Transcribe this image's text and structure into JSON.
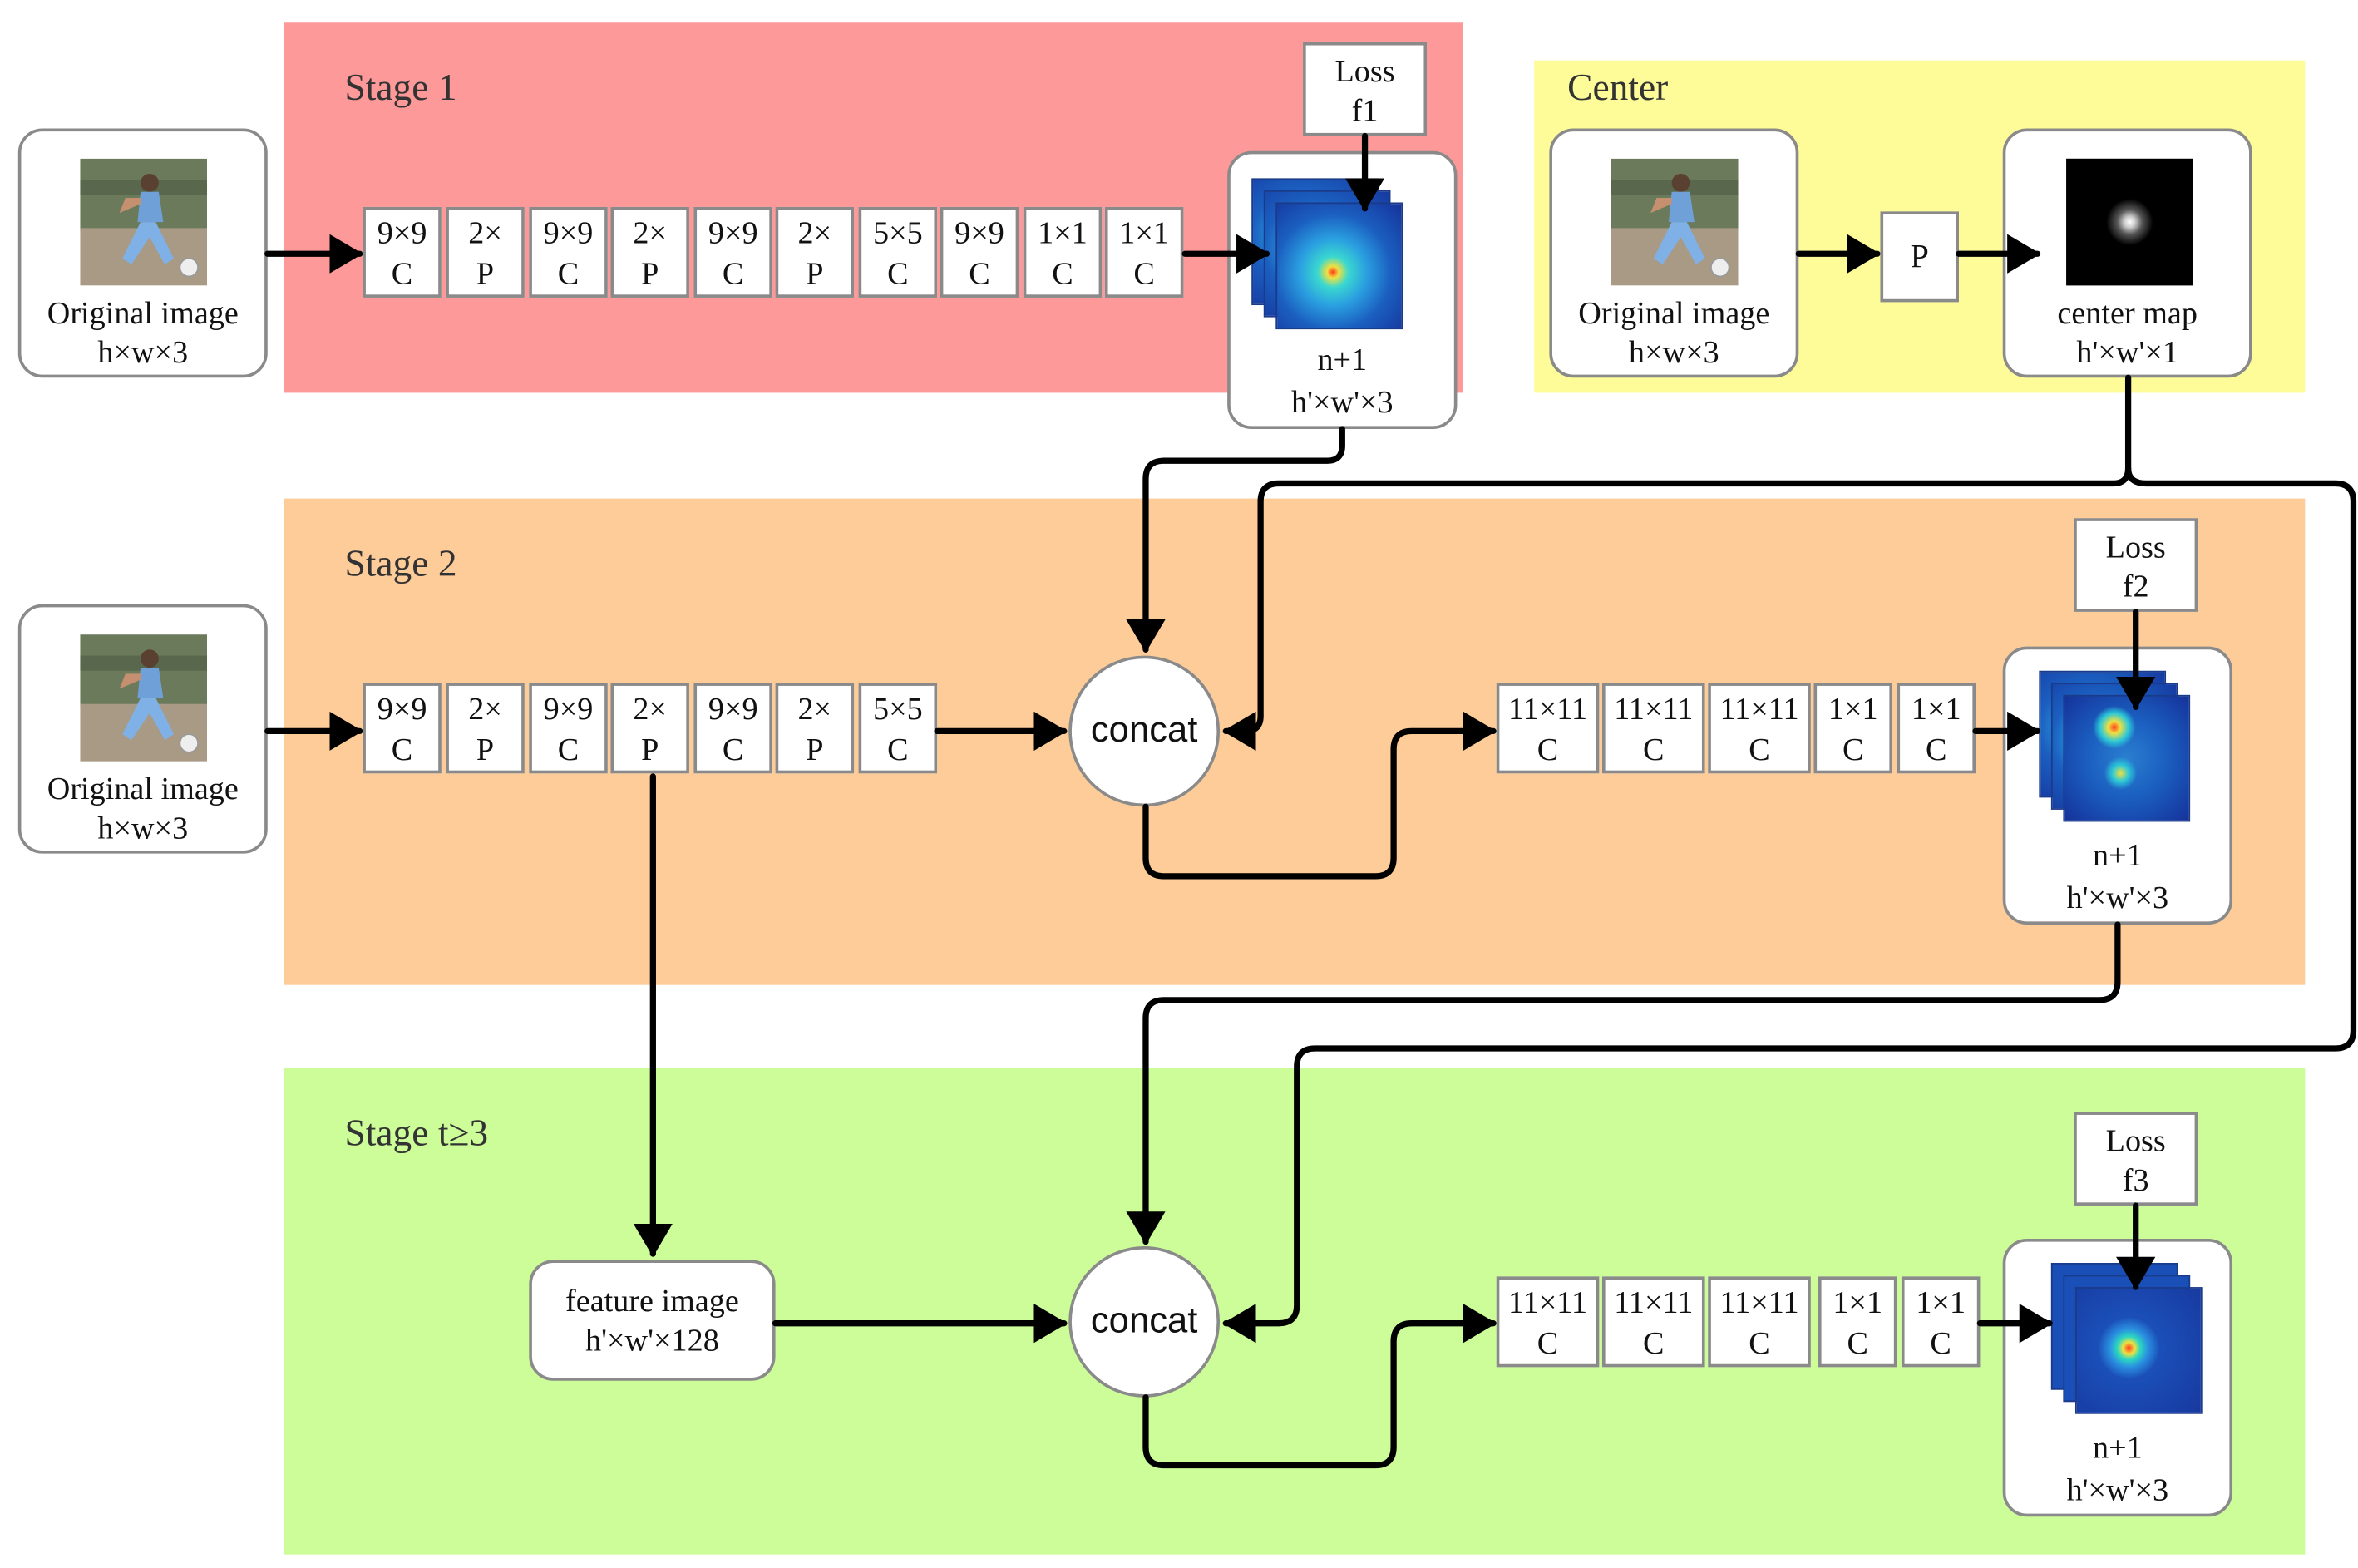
{
  "stages": {
    "stage1": "Stage 1",
    "stage2": "Stage 2",
    "stage3": "Stage t≥3",
    "center": "Center"
  },
  "image_box": {
    "name": "Original image",
    "dims": "h×w×3"
  },
  "stage1": {
    "layers": [
      {
        "top": "9×9",
        "bottom": "C"
      },
      {
        "top": "2×",
        "bottom": "P"
      },
      {
        "top": "9×9",
        "bottom": "C"
      },
      {
        "top": "2×",
        "bottom": "P"
      },
      {
        "top": "9×9",
        "bottom": "C"
      },
      {
        "top": "2×",
        "bottom": "P"
      },
      {
        "top": "5×5",
        "bottom": "C"
      },
      {
        "top": "9×9",
        "bottom": "C"
      },
      {
        "top": "1×1",
        "bottom": "C"
      },
      {
        "top": "1×1",
        "bottom": "C"
      }
    ],
    "loss": {
      "line1": "Loss",
      "line2": "f1"
    },
    "output": {
      "count": "n+1",
      "dims": "h'×w'×3"
    }
  },
  "stage2": {
    "layers": [
      {
        "top": "9×9",
        "bottom": "C"
      },
      {
        "top": "2×",
        "bottom": "P"
      },
      {
        "top": "9×9",
        "bottom": "C"
      },
      {
        "top": "2×",
        "bottom": "P"
      },
      {
        "top": "9×9",
        "bottom": "C"
      },
      {
        "top": "2×",
        "bottom": "P"
      },
      {
        "top": "5×5",
        "bottom": "C"
      }
    ],
    "concat": "concat",
    "post_layers": [
      {
        "top": "11×11",
        "bottom": "C"
      },
      {
        "top": "11×11",
        "bottom": "C"
      },
      {
        "top": "11×11",
        "bottom": "C"
      },
      {
        "top": "1×1",
        "bottom": "C"
      },
      {
        "top": "1×1",
        "bottom": "C"
      }
    ],
    "loss": {
      "line1": "Loss",
      "line2": "f2"
    },
    "output": {
      "count": "n+1",
      "dims": "h'×w'×3"
    }
  },
  "stage3": {
    "feature": {
      "name": "feature image",
      "dims": "h'×w'×128"
    },
    "concat": "concat",
    "post_layers": [
      {
        "top": "11×11",
        "bottom": "C"
      },
      {
        "top": "11×11",
        "bottom": "C"
      },
      {
        "top": "11×11",
        "bottom": "C"
      },
      {
        "top": "1×1",
        "bottom": "C"
      },
      {
        "top": "1×1",
        "bottom": "C"
      }
    ],
    "loss": {
      "line1": "Loss",
      "line2": "f3"
    },
    "output": {
      "count": "n+1",
      "dims": "h'×w'×3"
    }
  },
  "center": {
    "pool": "P",
    "map": {
      "name": "center map",
      "dims": "h'×w'×1"
    }
  }
}
